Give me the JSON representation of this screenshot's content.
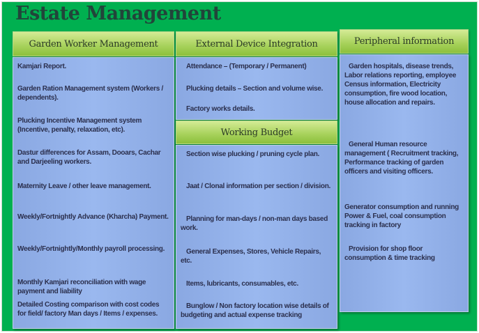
{
  "title": "Estate Management",
  "columns": [
    {
      "header": "Garden Worker Management",
      "items": [
        "Kamjari Report.",
        "Garden Ration Management system (Workers / dependents).",
        "Plucking Incentive Management system (Incentive, penalty, relaxation, etc).",
        "Dastur differences for Assam, Dooars, Cachar and Darjeeling workers.",
        "Maternity Leave / other leave management.",
        "Weekly/Fortnightly Advance (Kharcha) Payment.",
        "Weekly/Fortnightly/Monthly payroll processing.",
        "Monthly Kamjari  reconciliation with wage payment and liability",
        "Detailed Costing comparison with cost codes for field/ factory Man days / Items / expenses."
      ]
    },
    {
      "header": "External Device Integration",
      "items": [
        "Attendance – (Temporary / Permanent)",
        "Plucking details – Section and volume wise.",
        "Factory works details."
      ]
    },
    {
      "header": "Working Budget",
      "items": [
        "Section wise plucking / pruning cycle plan.",
        "Jaat / Clonal information per section / division.",
        "Planning for man-days / non-man days based work.",
        "General Expenses, Stores, Vehicle Repairs, etc.",
        "Items, lubricants, consumables, etc.",
        "Bunglow / Non factory location wise details of budgeting and actual expense tracking"
      ]
    },
    {
      "header": "Peripheral information",
      "items": [
        "Garden hospitals, disease trends, Labor relations reporting, employee Census information, Electricity consumption, fire wood location, house allocation and repairs.",
        "General Human resource management ( Recruitment tracking, Performance tracking of garden officers and visiting officers.",
        "Generator consumption and running  Power & Fuel, coal consumption tracking in factory",
        "Provision for shop floor consumption & time tracking"
      ]
    }
  ]
}
